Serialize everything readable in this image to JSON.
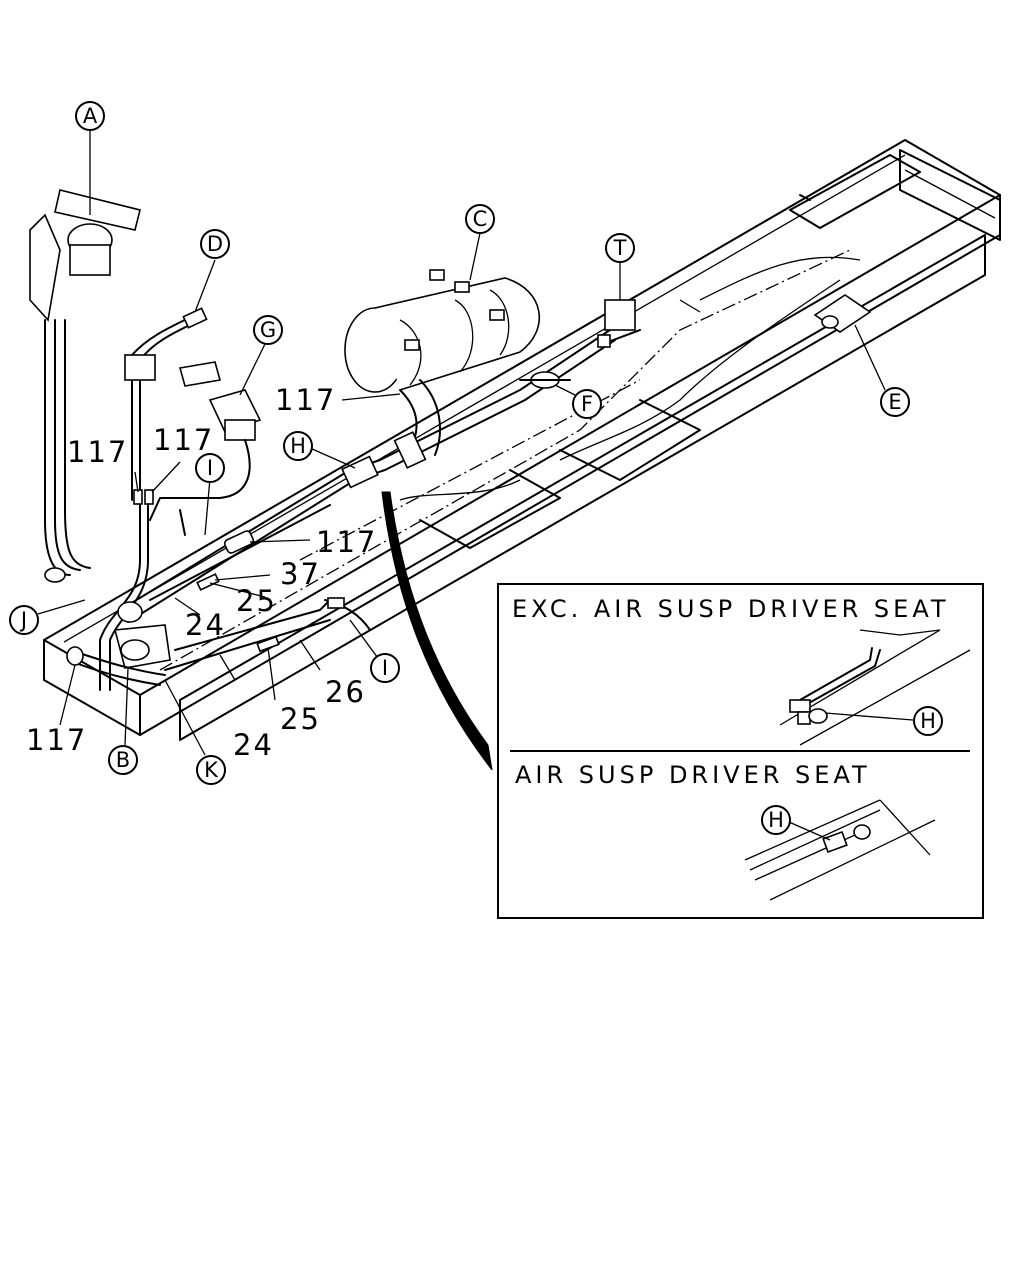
{
  "callouts": {
    "A": "A",
    "B": "B",
    "C": "C",
    "D": "D",
    "E": "E",
    "F": "F",
    "G": "G",
    "H": "H",
    "I": "I",
    "J": "J",
    "K": "K",
    "T": "T"
  },
  "part_numbers": {
    "p117": "117",
    "p37": "37",
    "p25": "25",
    "p24": "24",
    "p26": "26"
  },
  "inset": {
    "upper_title": "EXC. AIR SUSP DRIVER SEAT",
    "lower_title": "AIR SUSP DRIVER SEAT"
  }
}
